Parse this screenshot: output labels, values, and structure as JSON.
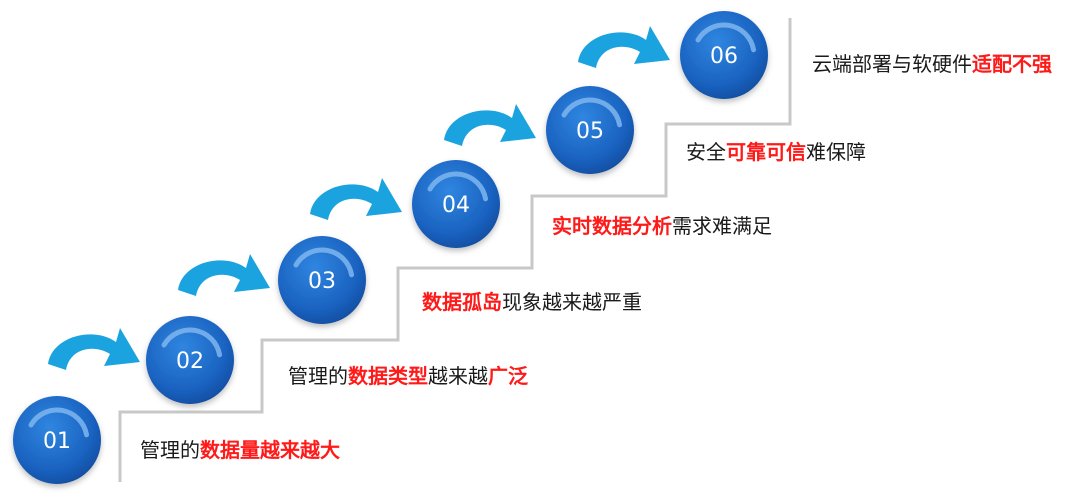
{
  "colors": {
    "circle": "#1d6fc7",
    "circle_dark": "#0e4a9a",
    "arrow": "#1aa3df",
    "stair": "#c8c8c8",
    "highlight": "#ff1a1a"
  },
  "steps": [
    {
      "num": "01",
      "parts": [
        {
          "text": "管理的",
          "hl": false
        },
        {
          "text": "数据量越来越大",
          "hl": true
        }
      ]
    },
    {
      "num": "02",
      "parts": [
        {
          "text": "管理的",
          "hl": false
        },
        {
          "text": "数据类型",
          "hl": true
        },
        {
          "text": "越来越",
          "hl": false
        },
        {
          "text": "广泛",
          "hl": true
        }
      ]
    },
    {
      "num": "03",
      "parts": [
        {
          "text": "数据孤岛",
          "hl": true
        },
        {
          "text": "现象越来越严重",
          "hl": false
        }
      ]
    },
    {
      "num": "04",
      "parts": [
        {
          "text": "实时数据分析",
          "hl": true
        },
        {
          "text": "需求难满足",
          "hl": false
        }
      ]
    },
    {
      "num": "05",
      "parts": [
        {
          "text": "安全",
          "hl": false
        },
        {
          "text": "可靠可信",
          "hl": true
        },
        {
          "text": "难保障",
          "hl": false
        }
      ]
    },
    {
      "num": "06",
      "parts": [
        {
          "text": "云端部署与软硬件",
          "hl": false
        },
        {
          "text": "适配不强",
          "hl": true
        }
      ]
    }
  ]
}
